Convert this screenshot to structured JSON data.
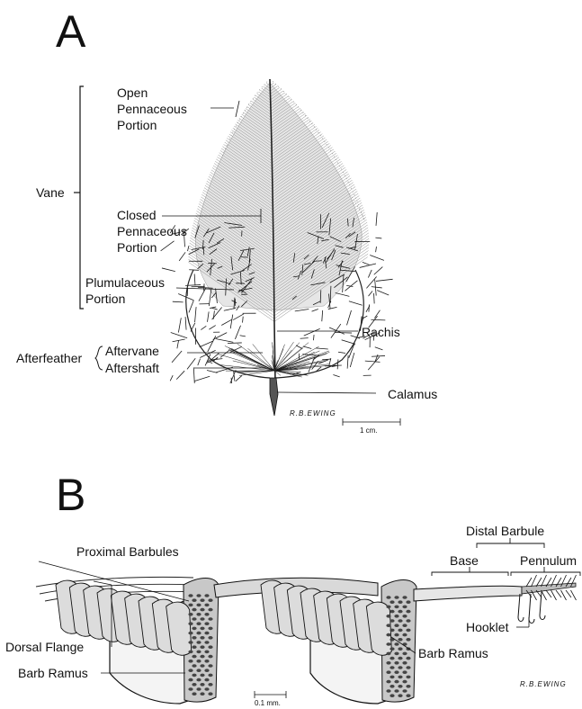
{
  "panel_a": {
    "letter": "A",
    "labels": {
      "open": [
        "Open",
        "Pennaceous",
        "Portion"
      ],
      "vane": "Vane",
      "closed": [
        "Closed",
        "Pennaceous",
        "Portion"
      ],
      "plumulaceous": [
        "Plumulaceous",
        "Portion"
      ],
      "rachis": "Rachis",
      "afterfeather": "Afterfeather",
      "aftervane": "Aftervane",
      "aftershaft": "Aftershaft",
      "calamus": "Calamus"
    },
    "signature": "R.B.EWING",
    "scale_label": "1 cm."
  },
  "panel_b": {
    "letter": "B",
    "labels": {
      "proximal_barbules": "Proximal Barbules",
      "distal_barbule": "Distal Barbule",
      "base": "Base",
      "pennulum": "Pennulum",
      "hooklet": "Hooklet",
      "dorsal_flange": "Dorsal Flange",
      "barb_ramus_left": "Barb Ramus",
      "barb_ramus_right": "Barb Ramus"
    },
    "signature": "R.B.EWING",
    "scale_label": "0.1 mm."
  }
}
